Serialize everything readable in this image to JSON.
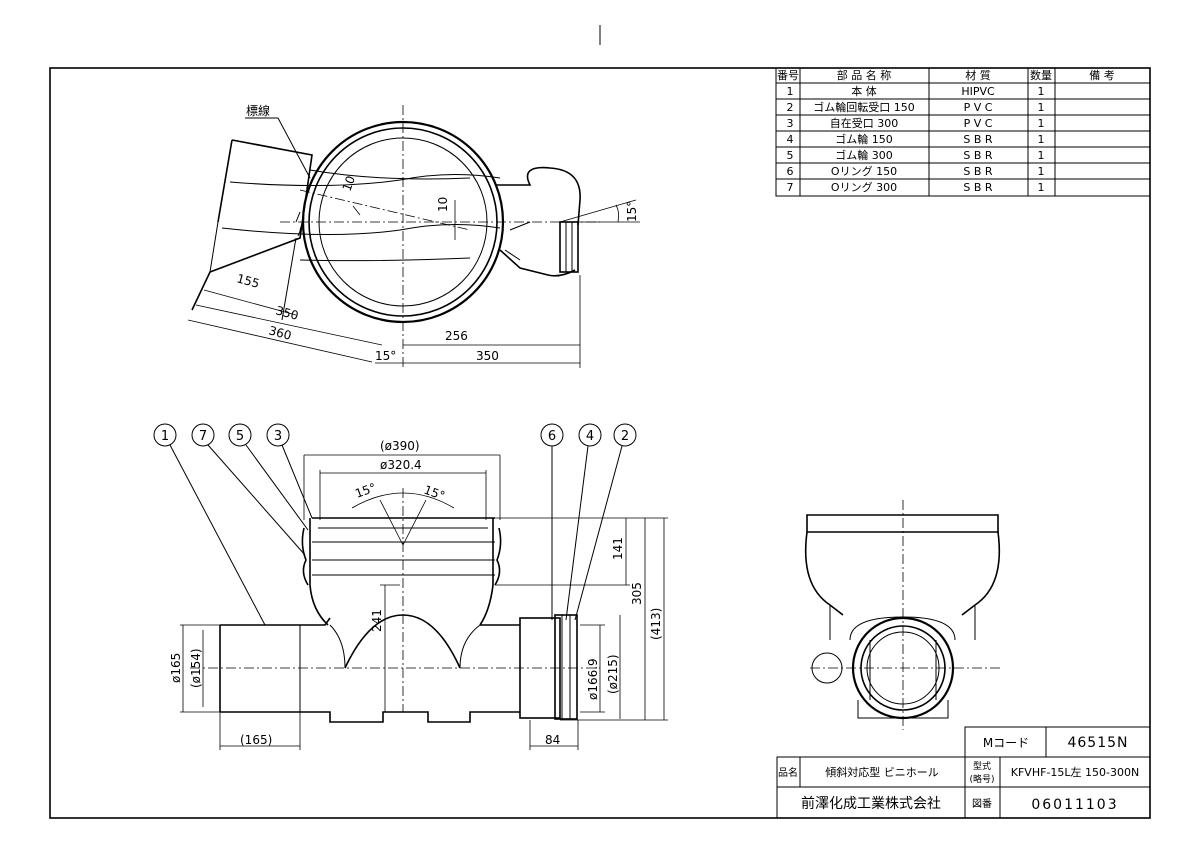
{
  "parts_table": {
    "headers": [
      "番号",
      "部 品 名 称",
      "材 質",
      "数量",
      "備 考"
    ],
    "rows": [
      {
        "no": "1",
        "name": "本 体",
        "material": "HIPVC",
        "qty": "1",
        "note": ""
      },
      {
        "no": "2",
        "name": "ゴム輪回転受口 150",
        "material": "P V C",
        "qty": "1",
        "note": ""
      },
      {
        "no": "3",
        "name": "自在受口 300",
        "material": "P V C",
        "qty": "1",
        "note": ""
      },
      {
        "no": "4",
        "name": "ゴム輪 150",
        "material": "S B R",
        "qty": "1",
        "note": ""
      },
      {
        "no": "5",
        "name": "ゴム輪 300",
        "material": "S B R",
        "qty": "1",
        "note": ""
      },
      {
        "no": "6",
        "name": "Oリング 150",
        "material": "S B R",
        "qty": "1",
        "note": ""
      },
      {
        "no": "7",
        "name": "Oリング 300",
        "material": "S B R",
        "qty": "1",
        "note": ""
      }
    ]
  },
  "title_block": {
    "mcode_label": "Mコード",
    "mcode_value": "46515N",
    "product_label": "品名",
    "product_name": "傾斜対応型 ビニホール",
    "model_label_top": "型式",
    "model_label_bottom": "(略号)",
    "model_value": "KFVHF-15L左 150-300N",
    "company": "前澤化成工業株式会社",
    "drawing_no_label": "図番",
    "drawing_no_value": "06011103"
  },
  "plan_view": {
    "marker_label": "標線",
    "dims": {
      "d155": "155",
      "d350a": "350",
      "d360": "360",
      "d10a": "10",
      "d10b": "10",
      "d256": "256",
      "d350b": "350",
      "ang15a": "15°",
      "ang15b": "15°"
    }
  },
  "front_view": {
    "balloons": [
      "1",
      "7",
      "5",
      "3",
      "6",
      "4",
      "2"
    ],
    "dims": {
      "d390": "(ø390)",
      "d3204": "ø320.4",
      "ang15l": "15°",
      "ang15r": "15°",
      "d141": "141",
      "d305": "305",
      "d413": "(413)",
      "d241": "241",
      "d165": "ø165",
      "d154": "(ø154)",
      "d1669": "ø166.9",
      "d215": "(ø215)",
      "dl165": "(165)",
      "d84": "84"
    }
  }
}
